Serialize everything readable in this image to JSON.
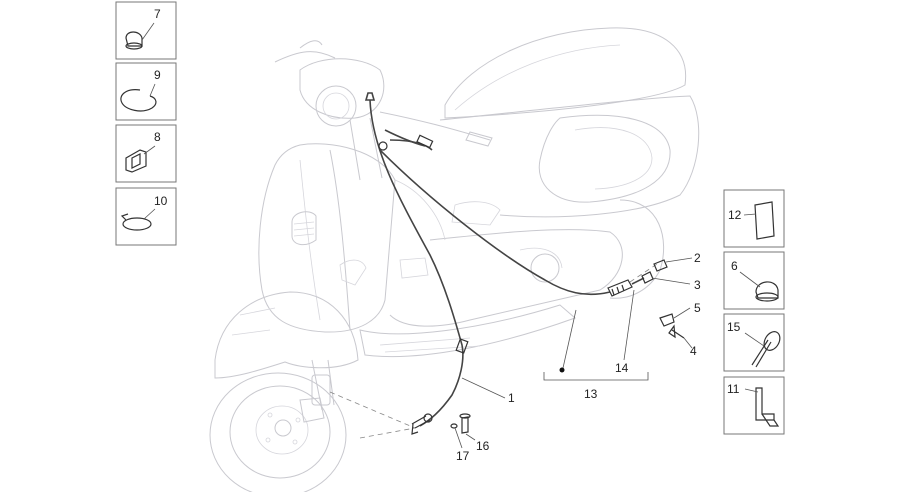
{
  "callouts": {
    "c1": "1",
    "c2": "2",
    "c3": "3",
    "c4": "4",
    "c5": "5",
    "c6": "6",
    "c7": "7",
    "c8": "8",
    "c9": "9",
    "c10": "10",
    "c11": "11",
    "c12": "12",
    "c13": "13",
    "c14": "14",
    "c15": "15",
    "c16": "16",
    "c17": "17"
  },
  "colors": {
    "ghost": "#c9c9cf",
    "ink": "#333333",
    "frame": "#777777"
  }
}
